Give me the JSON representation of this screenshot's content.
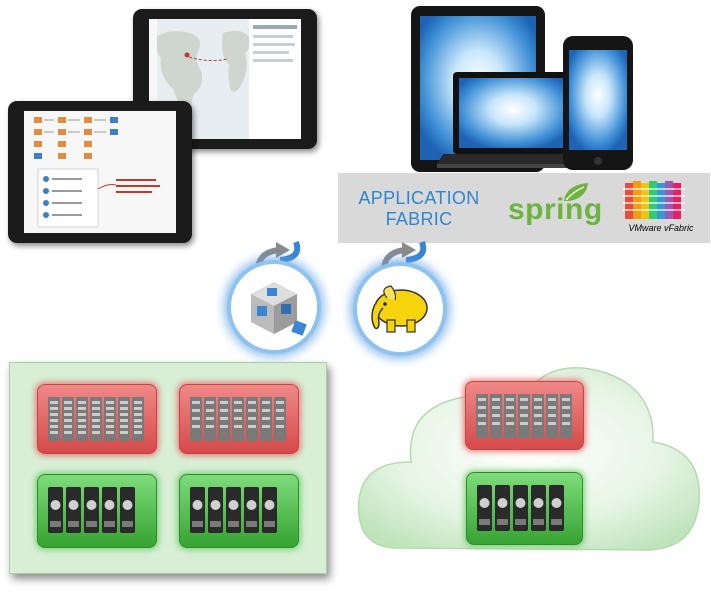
{
  "application_fabric": {
    "label_line1": "APPLICATION",
    "label_line2": "FABRIC",
    "spring_logo_text": "spring",
    "vfabric_logo_text": "VMware vFabric"
  },
  "icons": {
    "tablets": "tablet-devices-icon",
    "devices": "multi-device-icon",
    "services": "service-cube-icon",
    "hadoop": "hadoop-elephant-icon",
    "datacenter": "datacenter-icon",
    "cloud": "cloud-icon",
    "compute": "server-rack-icon",
    "storage": "hard-drive-icon"
  },
  "colors": {
    "fabric_text": "#2e86d2",
    "spring_green": "#6db33f",
    "compute_pod": "#e05a5a",
    "storage_pod": "#3fb53a",
    "glow_blue": "#5aa0e6",
    "datacenter_bg": "#d8efd6",
    "cloud_bg": "#d7eed5"
  }
}
